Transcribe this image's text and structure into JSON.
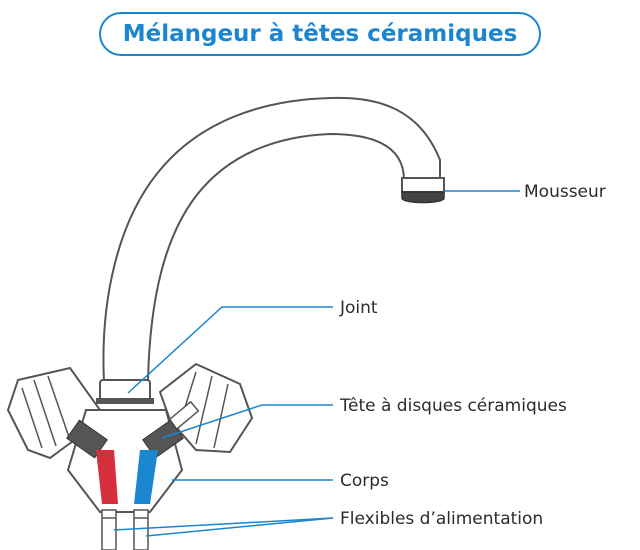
{
  "title": "Mélangeur à têtes céramiques",
  "labels": {
    "mousseur": "Mousseur",
    "joint": "Joint",
    "tete": "Tête à disques céramiques",
    "corps": "Corps",
    "flexibles": "Flexibles d’alimentation"
  },
  "colors": {
    "accent": "#1a86d0",
    "hot": "#d42f3a",
    "cold": "#1a86d0",
    "outline": "#555555"
  }
}
